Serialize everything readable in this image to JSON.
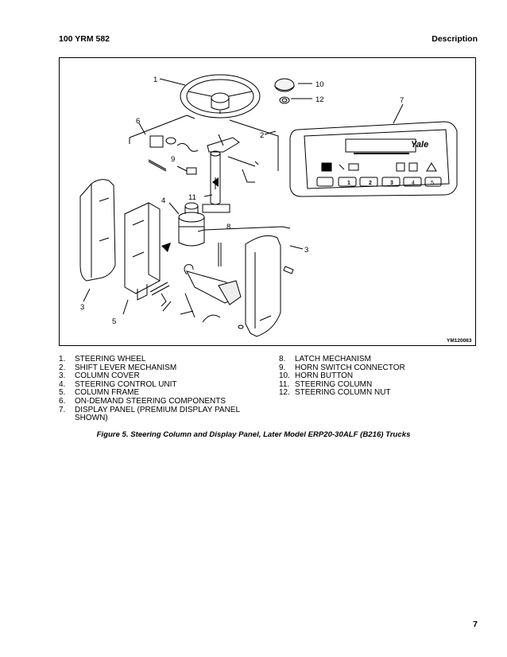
{
  "header": {
    "doc_number": "100 YRM 582",
    "section": "Description"
  },
  "figure": {
    "callouts": [
      "1",
      "2",
      "3",
      "3",
      "4",
      "5",
      "6",
      "7",
      "8",
      "9",
      "10",
      "11",
      "12"
    ],
    "drawing_code": "YM120063",
    "display_panel": {
      "brand": "Yale",
      "buttons": [
        "1",
        "2",
        "3",
        "4",
        "5"
      ]
    }
  },
  "legend": {
    "left": [
      {
        "num": "1.",
        "text": "STEERING WHEEL"
      },
      {
        "num": "2.",
        "text": "SHIFT LEVER MECHANISM"
      },
      {
        "num": "3.",
        "text": "COLUMN COVER"
      },
      {
        "num": "4.",
        "text": "STEERING CONTROL UNIT"
      },
      {
        "num": "5.",
        "text": "COLUMN FRAME"
      },
      {
        "num": "6.",
        "text": "ON-DEMAND STEERING COMPONENTS"
      },
      {
        "num": "7.",
        "text": "DISPLAY PANEL (PREMIUM DISPLAY PANEL SHOWN)"
      }
    ],
    "right": [
      {
        "num": "8.",
        "text": "LATCH MECHANISM"
      },
      {
        "num": "9.",
        "text": "HORN SWITCH CONNECTOR"
      },
      {
        "num": "10.",
        "text": "HORN BUTTON"
      },
      {
        "num": "11.",
        "text": "STEERING COLUMN"
      },
      {
        "num": "12.",
        "text": "STEERING COLUMN NUT"
      }
    ]
  },
  "caption": "Figure 5. Steering Column and Display Panel, Later Model ERP20-30ALF (B216) Trucks",
  "page_number": "7"
}
